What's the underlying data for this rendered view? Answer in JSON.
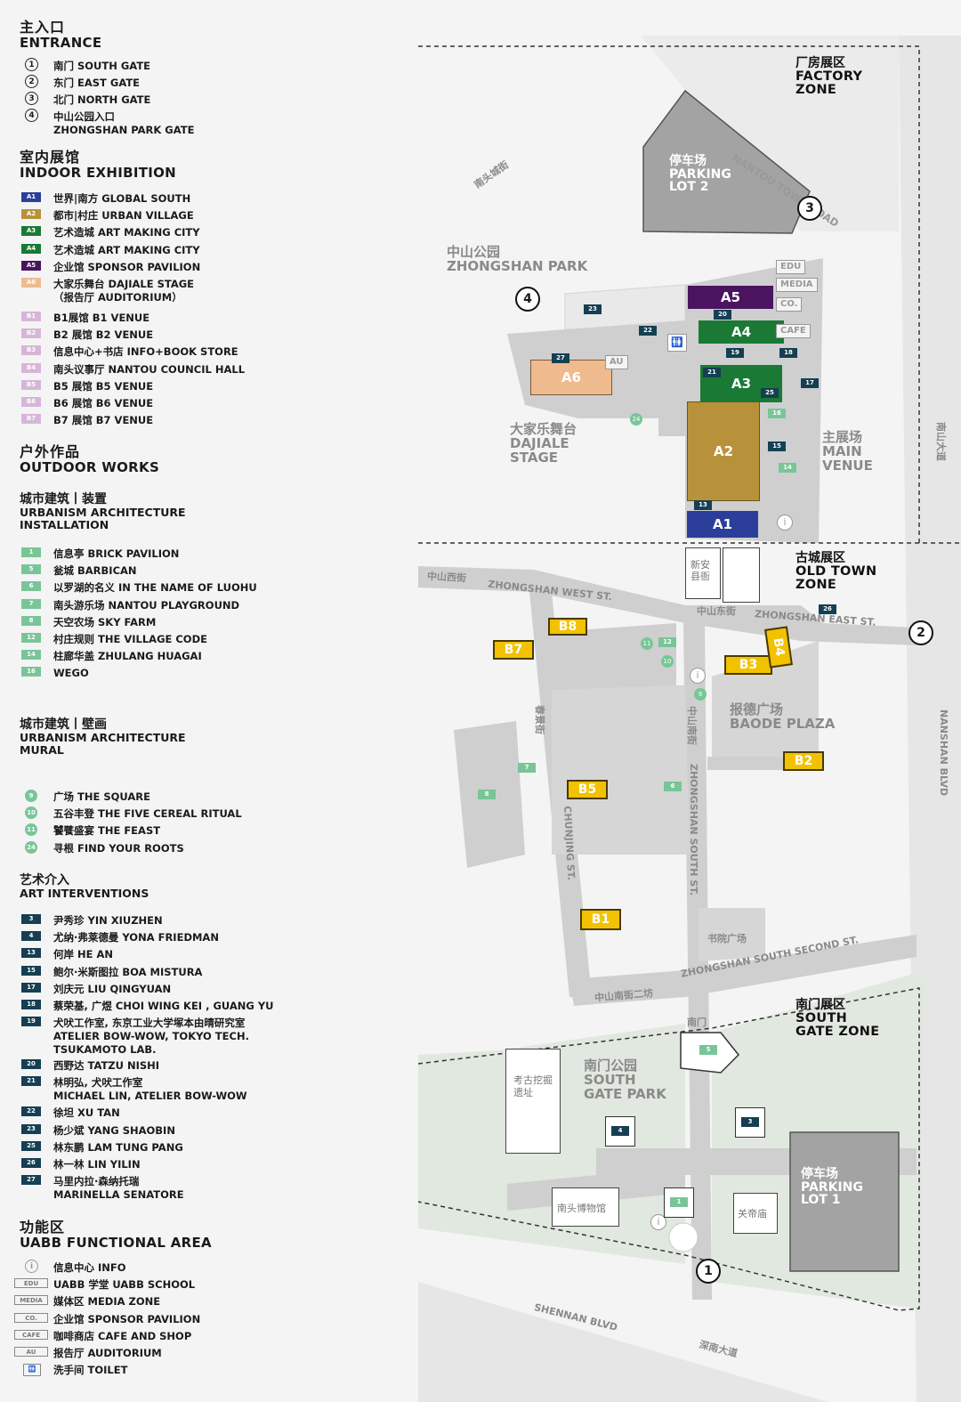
{
  "legend": {
    "entrance": {
      "zh": "主入口",
      "en": "ENTRANCE",
      "items": [
        {
          "num": "1",
          "text": "南门 SOUTH GATE"
        },
        {
          "num": "2",
          "text": "东门 EAST GATE"
        },
        {
          "num": "3",
          "text": "北门 NORTH GATE"
        },
        {
          "num": "4",
          "text": "中山公园入口",
          "text2": "ZHONGSHAN PARK GATE"
        }
      ]
    },
    "indoor": {
      "zh": "室内展馆",
      "en": "INDOOR EXHIBITION",
      "items": [
        {
          "code": "A1",
          "color": "#2b3f9a",
          "text": "世界|南方 GLOBAL SOUTH"
        },
        {
          "code": "A2",
          "color": "#b8923b",
          "text": "都市|村庄 URBAN VILLAGE"
        },
        {
          "code": "A3",
          "color": "#1a7a35",
          "text": "艺术造城 ART MAKING CITY"
        },
        {
          "code": "A4",
          "color": "#1a7a35",
          "text": "艺术造城 ART MAKING CITY"
        },
        {
          "code": "A5",
          "color": "#4a1460",
          "text": "企业馆 SPONSOR PAVILION"
        },
        {
          "code": "A6",
          "color": "#efbb8e",
          "text": "大家乐舞台 DAJIALE STAGE",
          "text2": "（报告厅 AUDITORIUM）"
        },
        {
          "code": "B1",
          "color": "#d6b6d8",
          "text": "B1展馆 B1 VENUE"
        },
        {
          "code": "B2",
          "color": "#d6b6d8",
          "text": "B2 展馆 B2 VENUE"
        },
        {
          "code": "B3",
          "color": "#d6b6d8",
          "text": "信息中心+书店 INFO+BOOK STORE"
        },
        {
          "code": "B4",
          "color": "#d6b6d8",
          "text": "南头议事厅 NANTOU COUNCIL HALL"
        },
        {
          "code": "B5",
          "color": "#d6b6d8",
          "text": "B5 展馆 B5 VENUE"
        },
        {
          "code": "B6",
          "color": "#d6b6d8",
          "text": "B6 展馆 B6 VENUE"
        },
        {
          "code": "B7",
          "color": "#d6b6d8",
          "text": "B7 展馆 B7 VENUE"
        }
      ]
    },
    "outdoor": {
      "zh": "户外作品",
      "en": "OUTDOOR WORKS"
    },
    "installation": {
      "zh": "城市建筑丨装置",
      "en": "URBANISM ARCHITECTURE",
      "en2": "INSTALLATION",
      "items": [
        {
          "num": "1",
          "text": "信息亭 BRICK PAVILION"
        },
        {
          "num": "5",
          "text": "瓮城 BARBICAN"
        },
        {
          "num": "6",
          "text": "以罗湖的名义 IN THE NAME OF LUOHU"
        },
        {
          "num": "7",
          "text": "南头游乐场 NANTOU PLAYGROUND"
        },
        {
          "num": "8",
          "text": "天空农场 SKY FARM"
        },
        {
          "num": "12",
          "text": "村庄规则 THE VILLAGE CODE"
        },
        {
          "num": "14",
          "text": "柱廊华盖 ZHULANG HUAGAI"
        },
        {
          "num": "16",
          "text": "WEGO"
        }
      ]
    },
    "mural": {
      "zh": "城市建筑丨壁画",
      "en": "URBANISM ARCHITECTURE",
      "en2": "MURAL",
      "items": [
        {
          "num": "9",
          "text": "广场 THE SQUARE"
        },
        {
          "num": "10",
          "text": "五谷丰登 THE FIVE CEREAL RITUAL"
        },
        {
          "num": "11",
          "text": "饕餮盛宴 THE FEAST"
        },
        {
          "num": "24",
          "text": "寻根 FIND YOUR ROOTS"
        }
      ]
    },
    "art": {
      "zh": "艺术介入",
      "en": "ART INTERVENTIONS",
      "items": [
        {
          "num": "3",
          "text": "尹秀珍 YIN XIUZHEN"
        },
        {
          "num": "4",
          "text": "尤纳·弗莱德曼 YONA FRIEDMAN"
        },
        {
          "num": "13",
          "text": "何岸 HE AN"
        },
        {
          "num": "15",
          "text": "鲍尔·米斯图拉 BOA MISTURA"
        },
        {
          "num": "17",
          "text": "刘庆元 LIU QINGYUAN"
        },
        {
          "num": "18",
          "text": "蔡荣基, 广煜 CHOI WING KEI , GUANG YU"
        },
        {
          "num": "19",
          "text": "犬吠工作室, 东京工业大学塚本由晴研究室",
          "text2": "ATELIER BOW-WOW, TOKYO TECH.",
          "text3": "TSUKAMOTO LAB."
        },
        {
          "num": "20",
          "text": "西野达 TATZU NISHI"
        },
        {
          "num": "21",
          "text": "林明弘, 犬吠工作室",
          "text2": "MICHAEL LIN, ATELIER BOW-WOW"
        },
        {
          "num": "22",
          "text": "徐坦 XU TAN"
        },
        {
          "num": "23",
          "text": "杨少斌 YANG SHAOBIN"
        },
        {
          "num": "25",
          "text": "林东鹏 LAM TUNG PANG"
        },
        {
          "num": "26",
          "text": "林一林 LIN YILIN"
        },
        {
          "num": "27",
          "text": "马里内拉·森纳托瑞",
          "text2": "MARINELLA SENATORE"
        }
      ]
    },
    "functional": {
      "zh": "功能区",
      "en": "UABB FUNCTIONAL AREA",
      "items": [
        {
          "tag": "i",
          "text": "信息中心 INFO"
        },
        {
          "tag": "EDU",
          "text": "UABB 学堂 UABB SCHOOL"
        },
        {
          "tag": "MEDIA",
          "text": "媒体区 MEDIA ZONE"
        },
        {
          "tag": "CO.",
          "text": "企业馆 SPONSOR PAVILION"
        },
        {
          "tag": "CAFE",
          "text": "咖啡商店 CAFE AND SHOP"
        },
        {
          "tag": "AU",
          "text": "报告厅 AUDITORIUM"
        },
        {
          "tag": "toilet",
          "text": "洗手间 TOILET"
        }
      ]
    }
  },
  "map": {
    "zones": {
      "factory": {
        "zh": "厂房展区",
        "en1": "FACTORY",
        "en2": "ZONE"
      },
      "oldtown": {
        "zh": "古城展区",
        "en1": "OLD TOWN",
        "en2": "ZONE"
      },
      "south": {
        "zh": "南门展区",
        "en1": "SOUTH",
        "en2": "GATE ZONE"
      }
    },
    "places": {
      "parking2": {
        "zh": "停车场",
        "en1": "PARKING",
        "en2": "LOT 2"
      },
      "parking1": {
        "zh": "停车场",
        "en1": "PARKING",
        "en2": "LOT 1"
      },
      "zhongshan_park": {
        "zh": "中山公园",
        "en": "ZHONGSHAN PARK"
      },
      "dajiale": {
        "zh": "大家乐舞台",
        "en1": "DAJIALE",
        "en2": "STAGE"
      },
      "main_venue": {
        "zh": "主展场",
        "en1": "MAIN",
        "en2": "VENUE"
      },
      "baode": {
        "zh": "报德广场",
        "en": "BAODE PLAZA"
      },
      "south_park": {
        "zh": "南门公园",
        "en1": "SOUTH",
        "en2": "GATE PARK"
      },
      "xinan": "新安县衙",
      "kaogu": "考古挖掘遗址",
      "museum": "南头博物馆",
      "guandi": "关帝庙",
      "nanmen": "南门",
      "shuyuan": "书院广场"
    },
    "streets": {
      "nantou_zh": "南头城街",
      "nantou_road": "NANTOU TOWN ROAD",
      "zs_west_zh": "中山西街",
      "zs_west_en": "ZHONGSHAN WEST ST.",
      "zs_east_zh": "中山东街",
      "zs_east_en": "ZHONGSHAN EAST ST.",
      "chunjing_zh": "春景街",
      "chunjing_en": "CHUNJING ST.",
      "zs_south_zh": "中山南街",
      "zs_south_en": "ZHONGSHAN SOUTH ST.",
      "zs_second_zh": "中山南街二坊",
      "zs_second_en": "ZHONGSHAN SOUTH SECOND ST.",
      "shennan_en": "SHENNAN BLVD",
      "shennan_zh": "深南大道",
      "nanshan_zh": "南山大道",
      "nanshan_en": "NANSHAN BLVD"
    },
    "pavilions": {
      "A1": "A1",
      "A2": "A2",
      "A3": "A3",
      "A4": "A4",
      "A5": "A5",
      "A6": "A6"
    },
    "venues": {
      "B1": "B1",
      "B2": "B2",
      "B3": "B3",
      "B4": "B4",
      "B5": "B5",
      "B7": "B7",
      "B8": "B8"
    },
    "facilities": {
      "edu": "EDU",
      "media": "MEDIA",
      "co": "CO.",
      "cafe": "CAFE",
      "au": "AU",
      "info": "i"
    },
    "gates": {
      "g1": "1",
      "g2": "2",
      "g3": "3",
      "g4": "4"
    },
    "markers": {
      "m23": "23",
      "m22": "22",
      "m27": "27",
      "m20": "20",
      "m19": "19",
      "m18": "18",
      "m21": "21",
      "m25": "25",
      "m17": "17",
      "m16": "16",
      "m15": "15",
      "m14": "14",
      "m13": "13",
      "m24": "24",
      "m26": "26",
      "m11": "11",
      "m12": "12",
      "m10": "10",
      "m9": "9",
      "m7": "7",
      "m8": "8",
      "m6": "6",
      "m5": "5",
      "m4": "4",
      "m3": "3",
      "m1": "1"
    }
  }
}
